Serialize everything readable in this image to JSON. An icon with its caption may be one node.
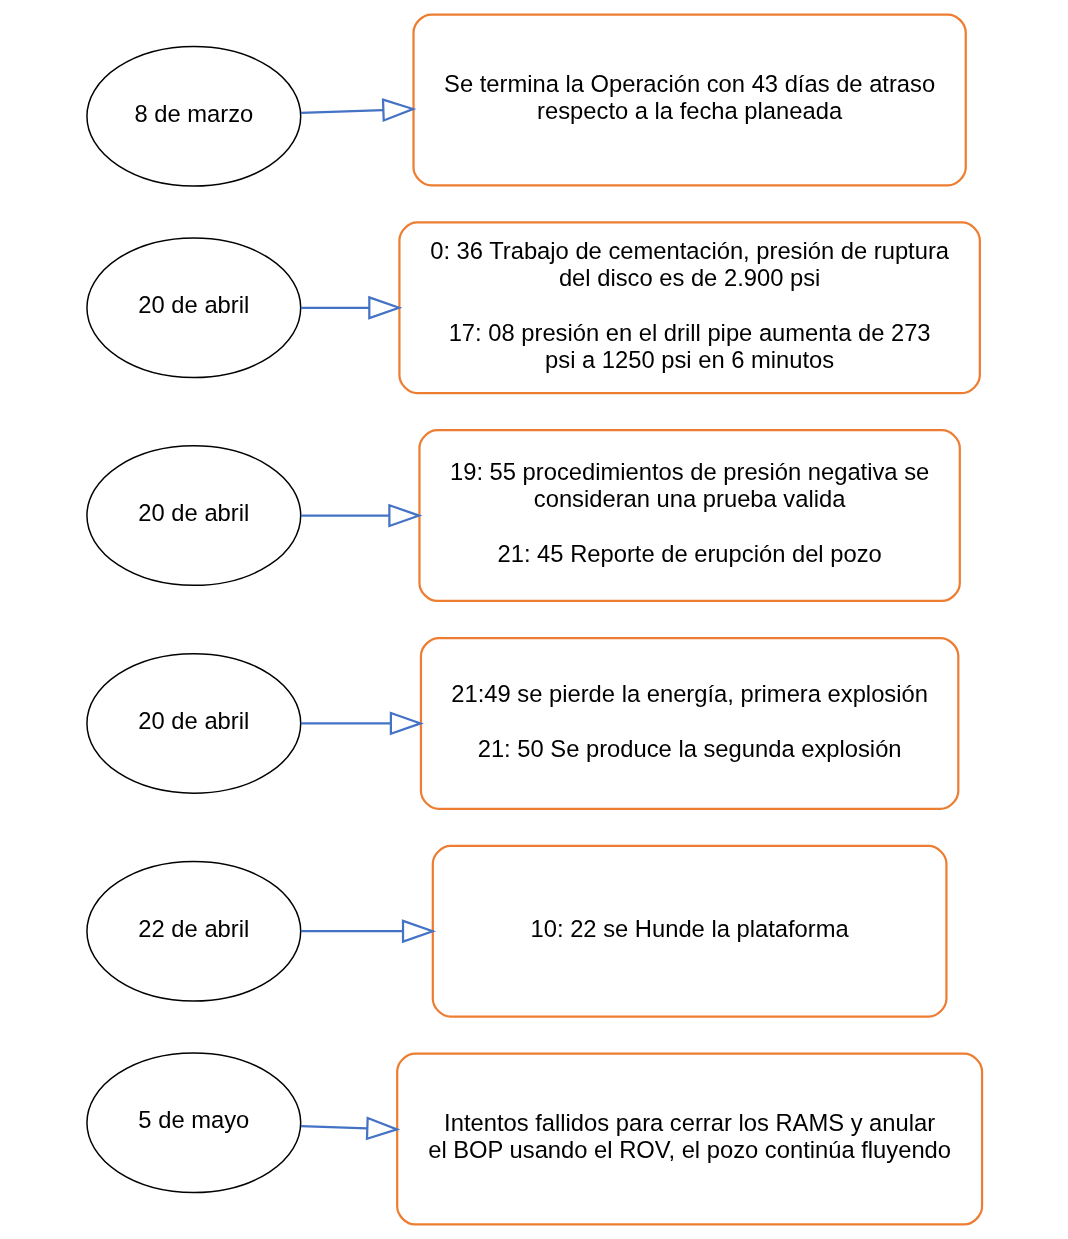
{
  "diagram": {
    "nodes": [
      {
        "text": [
          "8 de marzo"
        ]
      },
      {
        "text": [
          "Se termina la Operación con 43 días de atraso respecto a la fecha planeada"
        ]
      },
      {
        "text": [
          "20 de abril"
        ]
      },
      {
        "text": [
          "0: 36 Trabajo de cementación, presión de ruptura del disco es de 2.900 psi",
          "17: 08 presión en el drill pipe aumenta de 273 psi a 1250 psi en 6 minutos"
        ]
      },
      {
        "text": [
          "20 de abril"
        ]
      },
      {
        "text": [
          "19: 55 procedimientos de presión negativa se consideran una prueba valida",
          "21: 45 Reporte de erupción del pozo"
        ]
      },
      {
        "text": [
          "20 de abril"
        ]
      },
      {
        "text": [
          "21:49 se pierde la energía, primera explosión",
          "21: 50 Se produce la segunda explosión"
        ]
      },
      {
        "text": [
          "22 de abril"
        ]
      },
      {
        "text": [
          "10: 22 se Hunde la plataforma"
        ]
      },
      {
        "text": [
          "5 de mayo"
        ]
      },
      {
        "text": [
          "Intentos fallidos para cerrar los RAMS y anular el BOP usando el ROV, el pozo continúa fluyendo"
        ]
      }
    ],
    "edges": [
      {
        "from": 0,
        "to": 1,
        "arrow": "to"
      },
      {
        "from": 2,
        "to": 3,
        "arrow": "to"
      },
      {
        "from": 4,
        "to": 5,
        "arrow": "to"
      },
      {
        "from": 6,
        "to": 7,
        "arrow": "to"
      },
      {
        "from": 8,
        "to": 9,
        "arrow": "to"
      },
      {
        "from": 10,
        "to": 11,
        "arrow": "to"
      }
    ]
  }
}
